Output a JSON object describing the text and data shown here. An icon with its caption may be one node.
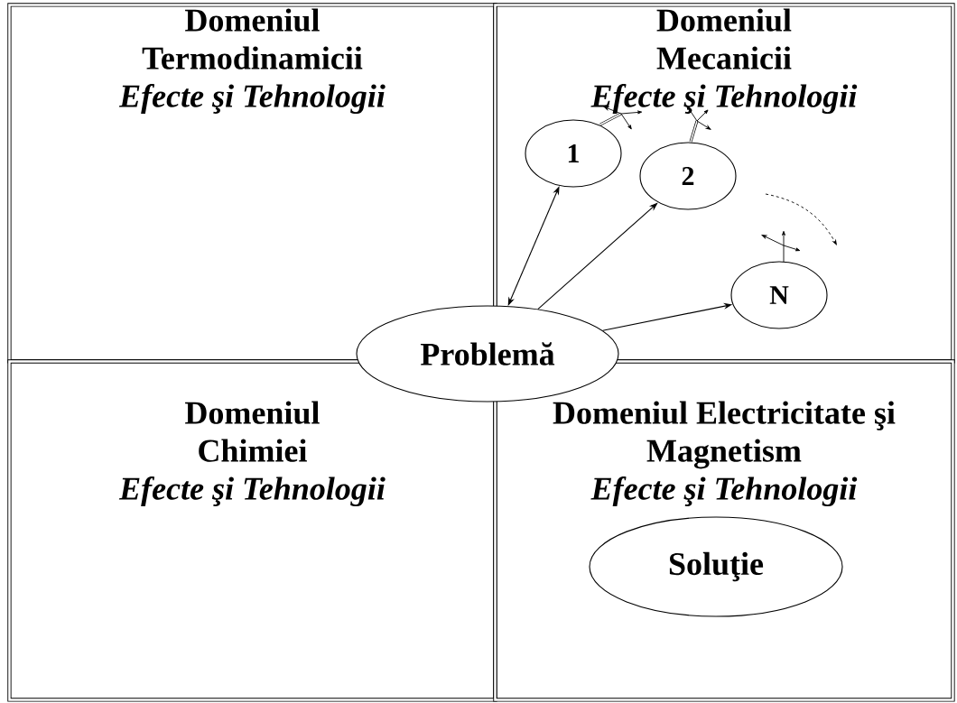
{
  "diagram": {
    "nodes": [
      {
        "text": [
          "Domeniul Termodinamicii",
          "Efecte şi Tehnologii"
        ]
      },
      {
        "text": [
          "Domeniul Mecanicii",
          "Efecte şi Tehnologii"
        ]
      },
      {
        "text": [
          "1"
        ],
        "in": 1
      },
      {
        "text": [
          "2"
        ],
        "in": 1
      },
      {
        "text": [
          "N"
        ],
        "in": 1
      },
      {
        "text": [
          "Problemă"
        ]
      },
      {
        "text": [
          "Domeniul Chimiei",
          "Efecte şi Tehnologii"
        ]
      },
      {
        "text": [
          "Domeniul Electricitate şi Magnetism",
          "Efecte şi Tehnologii"
        ]
      },
      {
        "text": [
          "Soluţie"
        ],
        "in": 7
      }
    ],
    "edges": [
      {
        "from": 5,
        "to": 2,
        "arrow": "both"
      },
      {
        "from": 5,
        "to": 3,
        "arrow": "to"
      },
      {
        "from": 5,
        "to": 4,
        "arrow": "to"
      }
    ]
  }
}
